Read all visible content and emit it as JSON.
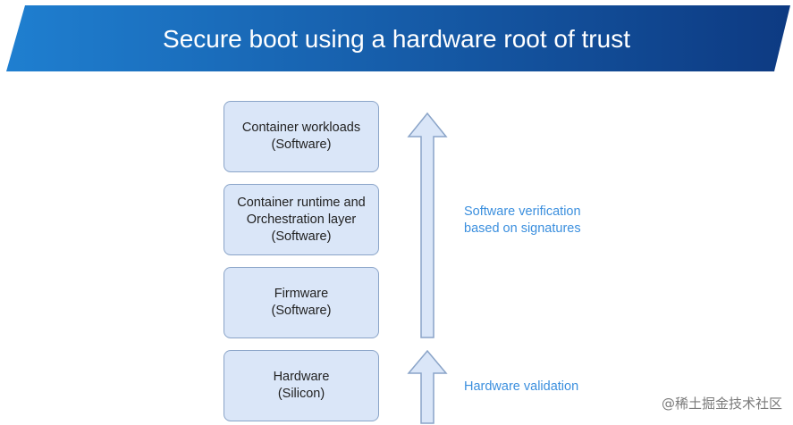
{
  "slide": {
    "title": "Secure boot using a hardware root of trust",
    "colors": {
      "banner_left": "#1f7fd0",
      "banner_right": "#0d3a82",
      "box_fill": "#dae6f8",
      "box_border": "#8aa4c8",
      "arrow_fill": "#dae6f8",
      "annotation_text": "#3b8fde"
    }
  },
  "stack": {
    "workloads": {
      "line1": "Container workloads",
      "line2": "(Software)"
    },
    "runtime": {
      "line1": "Container runtime and",
      "line2": "Orchestration layer",
      "line3": "(Software)"
    },
    "firmware": {
      "line1": "Firmware",
      "line2": "(Software)"
    },
    "hardware": {
      "line1": "Hardware",
      "line2": "(Silicon)"
    }
  },
  "annotations": {
    "software_line1": "Software verification",
    "software_line2": "based on signatures",
    "hardware": "Hardware validation"
  },
  "watermark": "@稀土掘金技术社区"
}
